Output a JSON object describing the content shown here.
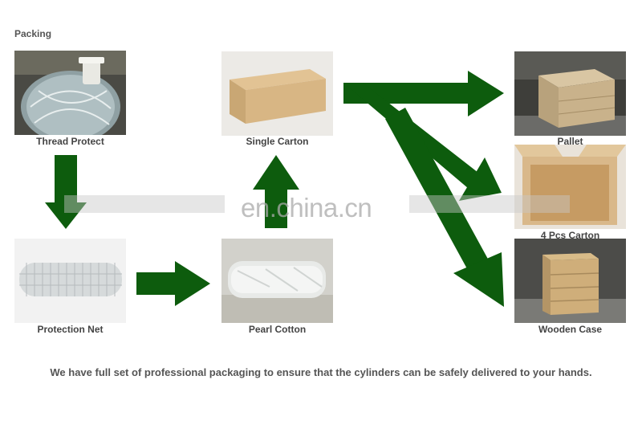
{
  "heading": "Packing",
  "steps": {
    "thread_protect": "Thread Protect",
    "protection_net": "Protection Net",
    "pearl_cotton": "Pearl Cotton",
    "single_carton": "Single Carton",
    "pallet": "Pallet",
    "four_pcs_carton": "4 Pcs Carton",
    "wooden_case": "Wooden Case"
  },
  "footer": "We have full set of professional packaging to ensure that the cylinders can be safely delivered to your hands.",
  "watermark": "en.china.cn",
  "colors": {
    "arrow": "#0d5c0d",
    "text": "#444444"
  }
}
